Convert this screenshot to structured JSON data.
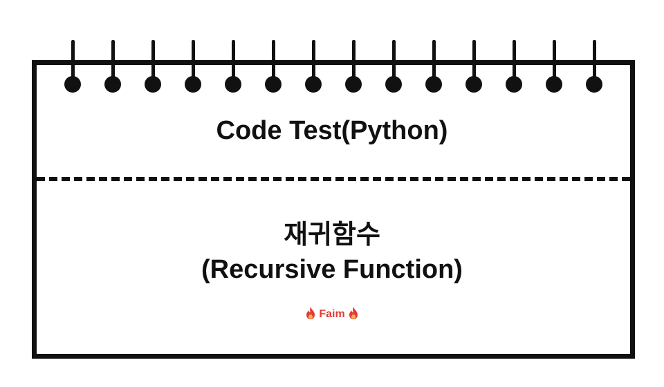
{
  "notepad": {
    "title": "Code Test(Python)",
    "subtitle_line1": "재귀함수",
    "subtitle_line2": "(Recursive Function)",
    "author": "Faim",
    "author_icon": "fire-icon",
    "accent_color": "#e53935",
    "border_color": "#111111",
    "binding_ring_count": 14
  }
}
